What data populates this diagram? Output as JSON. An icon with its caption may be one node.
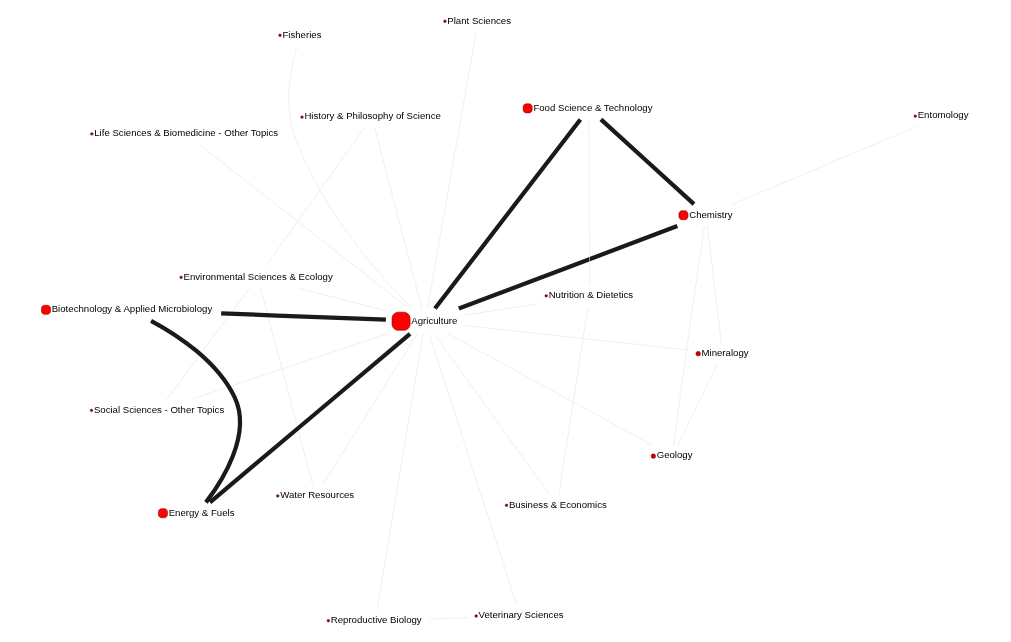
{
  "diagram": {
    "nodes": [
      {
        "text": [
          "Social Sciences - Other Topics"
        ]
      },
      {
        "text": [
          "History & Philosophy of Science"
        ]
      },
      {
        "text": [
          "Water Resources"
        ]
      },
      {
        "text": [
          "Environmental Sciences & Ecology"
        ]
      },
      {
        "text": [
          "Plant Sciences"
        ]
      },
      {
        "text": [
          "Biotechnology & Applied Microbiology"
        ]
      },
      {
        "text": [
          "Reproductive Biology"
        ]
      },
      {
        "text": [
          "Mineralogy"
        ]
      },
      {
        "text": [
          "Energy & Fuels"
        ]
      },
      {
        "text": [
          "Agriculture"
        ]
      },
      {
        "text": [
          "Geology"
        ]
      },
      {
        "text": [
          "Chemistry"
        ]
      },
      {
        "text": [
          "Veterinary Sciences"
        ]
      },
      {
        "text": [
          "Entomology"
        ]
      },
      {
        "text": [
          "Food Science & Technology"
        ]
      },
      {
        "text": [
          "Nutrition & Dietetics"
        ]
      },
      {
        "text": [
          "Business & Economics"
        ]
      },
      {
        "text": [
          "Fisheries"
        ]
      },
      {
        "text": [
          "Life Sciences & Biomedicine - Other Topics"
        ]
      }
    ],
    "edges": [
      {
        "from": 9,
        "to": 5,
        "arrow": "none",
        "style": "thick",
        "color": "#1a1a1a"
      },
      {
        "from": 5,
        "to": 8,
        "arrow": "none",
        "style": "thick",
        "color": "#1a1a1a"
      },
      {
        "from": 9,
        "to": 8,
        "arrow": "none",
        "style": "thick",
        "color": "#1a1a1a"
      },
      {
        "from": 9,
        "to": 11,
        "arrow": "none",
        "style": "thick",
        "color": "#1a1a1a"
      },
      {
        "from": 11,
        "to": 14,
        "arrow": "none",
        "style": "thick",
        "color": "#1a1a1a"
      },
      {
        "from": 9,
        "to": 14,
        "arrow": "none",
        "style": "thick",
        "color": "#1a1a1a"
      },
      {
        "from": 0,
        "to": 3,
        "arrow": "none"
      },
      {
        "from": 0,
        "to": 9,
        "arrow": "none"
      },
      {
        "from": 1,
        "to": 3,
        "arrow": "none"
      },
      {
        "from": 1,
        "to": 9,
        "arrow": "none"
      },
      {
        "from": 2,
        "to": 3,
        "arrow": "none"
      },
      {
        "from": 2,
        "to": 9,
        "arrow": "none"
      },
      {
        "from": 3,
        "to": 9,
        "arrow": "none"
      },
      {
        "from": 4,
        "to": 9,
        "arrow": "none"
      },
      {
        "from": 6,
        "to": 9,
        "arrow": "none"
      },
      {
        "from": 6,
        "to": 12,
        "arrow": "none"
      },
      {
        "from": 7,
        "to": 9,
        "arrow": "none"
      },
      {
        "from": 7,
        "to": 10,
        "arrow": "none"
      },
      {
        "from": 7,
        "to": 11,
        "arrow": "none"
      },
      {
        "from": 10,
        "to": 9,
        "arrow": "none"
      },
      {
        "from": 10,
        "to": 11,
        "arrow": "none"
      },
      {
        "from": 12,
        "to": 9,
        "arrow": "none"
      },
      {
        "from": 13,
        "to": 11,
        "arrow": "none"
      },
      {
        "from": 17,
        "to": 9,
        "arrow": "none"
      },
      {
        "from": 14,
        "to": 15,
        "arrow": "none"
      },
      {
        "from": 18,
        "to": 9,
        "arrow": "none"
      },
      {
        "from": 16,
        "to": 9,
        "arrow": "none"
      },
      {
        "from": 16,
        "to": 15,
        "arrow": "none"
      },
      {
        "from": 15,
        "to": 9,
        "arrow": "none"
      }
    ]
  }
}
